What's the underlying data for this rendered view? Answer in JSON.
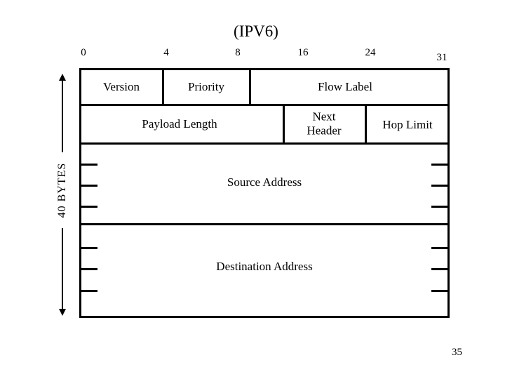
{
  "title": "(IPV6)",
  "page_number": "35",
  "colors": {
    "background": "#ffffff",
    "line": "#000000",
    "text": "#000000"
  },
  "bit_ruler": {
    "b0": "0",
    "b4": "4",
    "b8": "8",
    "b16": "16",
    "b24": "24",
    "b31": "31"
  },
  "scale": {
    "label": "40 BYTES"
  },
  "fields": {
    "version": "Version",
    "priority": "Priority",
    "flow_label": "Flow Label",
    "payload_length": "Payload Length",
    "next_header": "Next Header",
    "hop_limit": "Hop Limit",
    "source_address": "Source Address",
    "destination_address": "Destination Address"
  }
}
